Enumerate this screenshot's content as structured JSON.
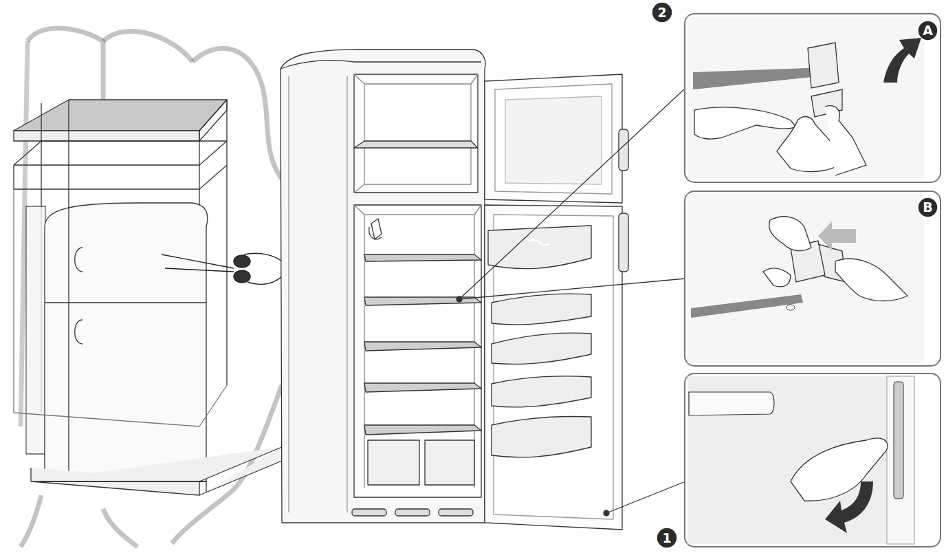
{
  "diagram": {
    "nodes": [
      {
        "text": [
          "2"
        ]
      },
      {
        "text": [
          "A"
        ]
      },
      {
        "text": [
          "B"
        ]
      },
      {
        "text": [
          "1"
        ]
      }
    ]
  }
}
